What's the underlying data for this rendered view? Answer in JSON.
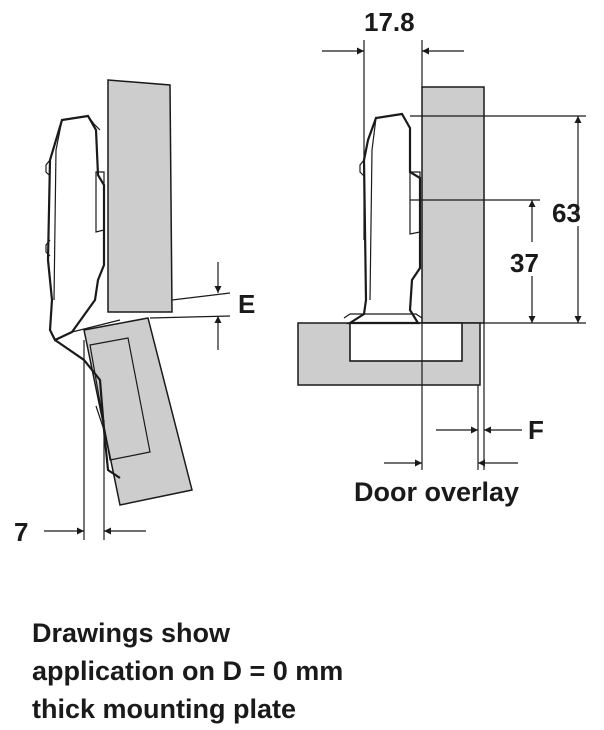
{
  "colors": {
    "panel_fill": "#cdcdcd",
    "line": "#1a1a1a",
    "hinge_fill": "#ffffff"
  },
  "dimensions": {
    "d_17_8": "17.8",
    "d_63": "63",
    "d_37": "37",
    "label_e": "E",
    "label_f": "F",
    "d_7": "7"
  },
  "caption": {
    "door_overlay": "Door overlay"
  },
  "note": {
    "line1": "Drawings show",
    "line2": "application on D = 0 mm",
    "line3": "thick mounting plate"
  }
}
